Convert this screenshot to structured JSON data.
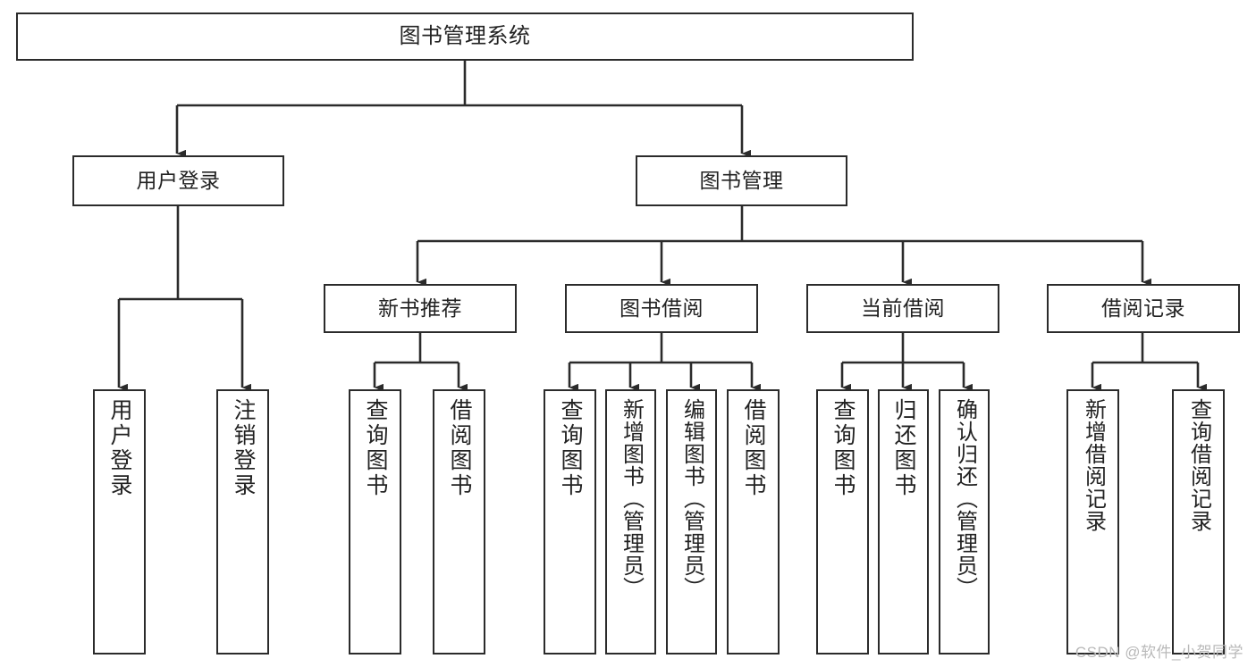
{
  "diagram": {
    "title": "图书管理系统",
    "type": "functional-structure-tree",
    "background_color": "#ffffff",
    "node_border_color": "#2b2b2b",
    "node_fill_color": "#ffffff",
    "edge_color": "#2b2b2b",
    "text_color": "#222222"
  },
  "nodes": {
    "root": {
      "label": "图书管理系统"
    },
    "level1": [
      {
        "label": "用户登录"
      },
      {
        "label": "图书管理"
      }
    ],
    "level2": [
      {
        "label": "新书推荐"
      },
      {
        "label": "图书借阅"
      },
      {
        "label": "当前借阅"
      },
      {
        "label": "借阅记录"
      }
    ],
    "leaves": {
      "user_login": [
        {
          "label": "用户登录"
        },
        {
          "label": "注销登录"
        }
      ],
      "new_book_recommend": [
        {
          "label": "查询图书"
        },
        {
          "label": "借阅图书"
        }
      ],
      "book_borrow": [
        {
          "label": "查询图书"
        },
        {
          "label": "新增图书（管理员）"
        },
        {
          "label": "编辑图书（管理员）"
        },
        {
          "label": "借阅图书"
        }
      ],
      "current_borrow": [
        {
          "label": "查询图书"
        },
        {
          "label": "归还图书"
        },
        {
          "label": "确认归还（管理员）"
        }
      ],
      "borrow_record": [
        {
          "label": "新增借阅记录"
        },
        {
          "label": "查询借阅记录"
        }
      ]
    }
  },
  "watermark": {
    "text": "CSDN @软件_小贺同学",
    "color": "#b9b9b9"
  }
}
